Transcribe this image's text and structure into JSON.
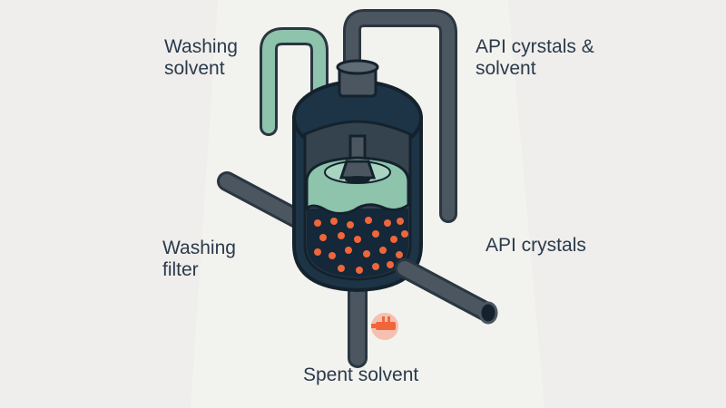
{
  "labels": {
    "washing_solvent": [
      "Washing",
      "solvent"
    ],
    "api_cyrstals_solvent": [
      "API cyrstals &",
      "solvent"
    ],
    "washing_filter": [
      "Washing",
      "filter"
    ],
    "api_crystals": "API crystals",
    "spent_solvent": "Spent solvent"
  },
  "colors": {
    "background": "#efeeec",
    "vessel_dark": "#1d3446",
    "pipe_gray": "#4b5660",
    "pipe_green": "#8ec3ac",
    "crystals": "#f0663a",
    "text": "#2b3a4a"
  },
  "icons": [
    "valve-icon"
  ]
}
